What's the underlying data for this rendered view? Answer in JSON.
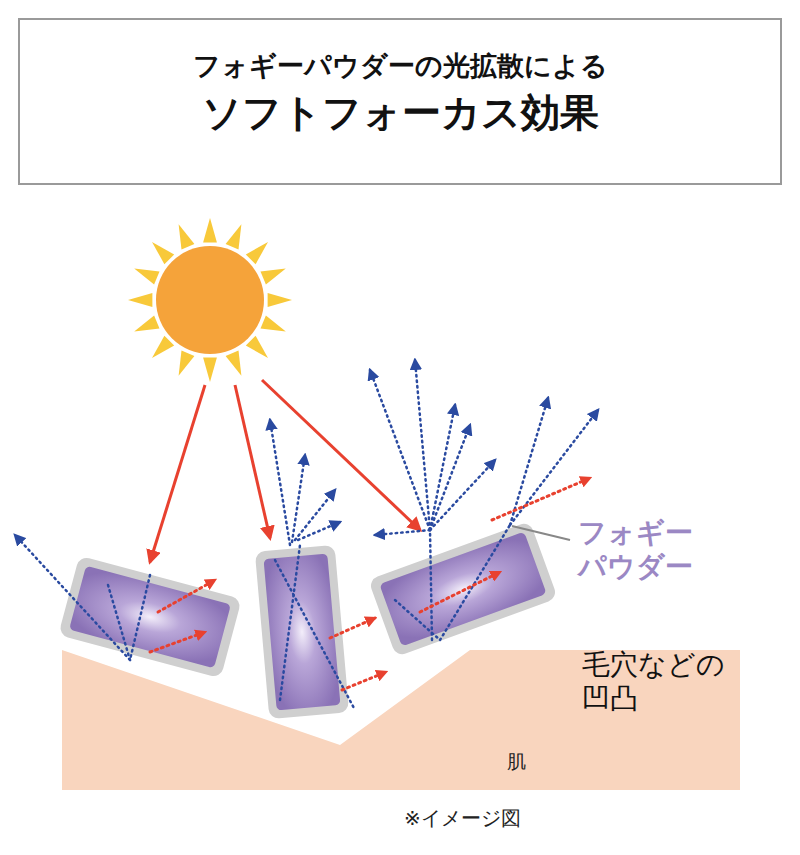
{
  "diagram": {
    "nodes": [
      {
        "text": [
          "フォギーパウダーの光拡散による",
          "ソフトフォーカス効果"
        ]
      },
      {
        "text": [
          "肌"
        ]
      }
    ],
    "labels": [
      "フォギー パウダー",
      "毛穴などの 凹凸",
      "※イメージ図"
    ]
  }
}
